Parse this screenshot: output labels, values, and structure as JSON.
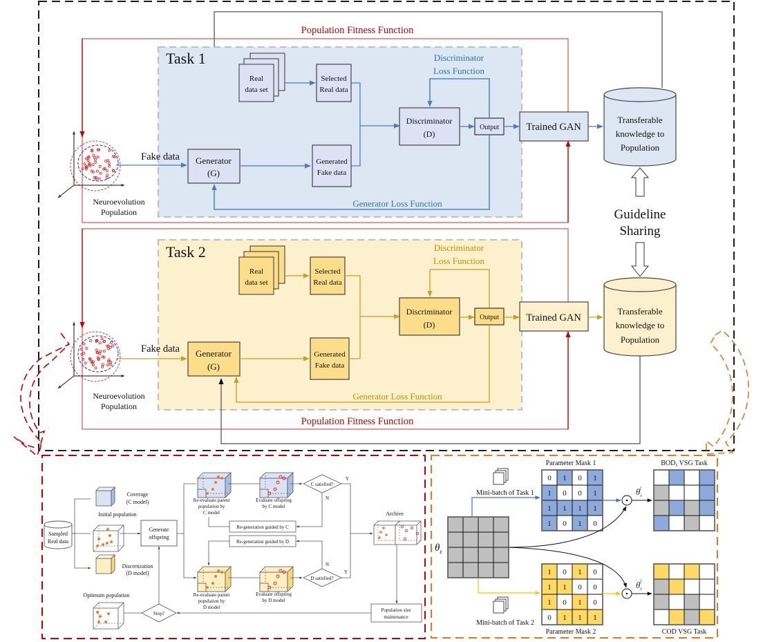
{
  "colors": {
    "outer_border": "#1a1a1a",
    "fitness_red": "#c00000",
    "fitness_line": "#d06060",
    "task1_bg": "#dce7f3",
    "task1_box": "#dbe2f3",
    "task1_line": "#4a7cc4",
    "task1_text": "#2e75b6",
    "task2_bg": "#fdf0cc",
    "task2_box": "#fbdd8a",
    "task2_line": "#c8a020",
    "task2_text": "#bf9000",
    "trained1_box": "#dce7f3",
    "trained2_box": "#fdf0cc",
    "left_panel_border": "#c00000",
    "right_panel_border": "#e07820",
    "mask_blue": "#8eaadb",
    "mask_yellow": "#ffd966",
    "gray_cell": "#bfbfbf",
    "orange_dot": "#ed7d31"
  },
  "tasks": [
    {
      "title": "Task 1",
      "fitness_label": "Population Fitness Function",
      "population_label": [
        "Neuroevolution",
        "Population"
      ],
      "fake_data_label": "Fake data",
      "generator": [
        "Generator",
        "(G)"
      ],
      "generated": [
        "Generated",
        "Fake data"
      ],
      "real_data_set": [
        "Real",
        "data set"
      ],
      "selected": [
        "Selected",
        "Real data"
      ],
      "discriminator": [
        "Discriminator",
        "(D)"
      ],
      "disc_loss": [
        "Discriminator",
        "Loss Function"
      ],
      "gen_loss": "Generator Loss Function",
      "output": "Output",
      "trained_gan": "Trained GAN",
      "knowledge": [
        "Transferable",
        "knowledge to",
        "Population"
      ]
    },
    {
      "title": "Task 2",
      "fitness_label": "Population Fitness Function",
      "population_label": [
        "Neuroevolution",
        "Population"
      ],
      "fake_data_label": "Fake data",
      "generator": [
        "Generator",
        "(G)"
      ],
      "generated": [
        "Generated",
        "Fake data"
      ],
      "real_data_set": [
        "Real",
        "data set"
      ],
      "selected": [
        "Selected",
        "Real data"
      ],
      "discriminator": [
        "Discriminator",
        "(D)"
      ],
      "disc_loss": [
        "Discriminator",
        "Loss Function"
      ],
      "gen_loss": "Generator Loss Function",
      "output": "Output",
      "trained_gan": "Trained GAN",
      "knowledge": [
        "Transferable",
        "knowledge to",
        "Population"
      ]
    }
  ],
  "guideline": [
    "Guideline",
    "Sharing"
  ],
  "left_panel": {
    "sampled": [
      "Sampled",
      "Real data"
    ],
    "coverage": [
      "Coverage",
      "(C model)"
    ],
    "initial_population": "Initial population",
    "discretization": [
      "Discretization",
      "(D model)"
    ],
    "generate_offspring": [
      "Generate",
      "offspring"
    ],
    "reeval_c": [
      "Re-evaluate parent",
      "population by",
      "C model"
    ],
    "reeval_d": [
      "Re-evaluate parent",
      "population by",
      "D model"
    ],
    "eval_c": [
      "Evaluate offspring",
      "by C model"
    ],
    "eval_d": [
      "Evaluate offspring",
      "by D model"
    ],
    "c_satisfied": "C satisfied?",
    "d_satisfied": "D satisfied?",
    "yes": "Y",
    "no": "N",
    "regen_c": "Re-generation guided by  C",
    "regen_d": "Re-generation guided by D",
    "archive": "Archive",
    "pop_size": [
      "Population size",
      "maintenance"
    ],
    "stop": "Stop?",
    "optimum": "Optimum population"
  },
  "right_panel": {
    "theta": "θ",
    "theta_sub": "ε",
    "minibatch1": "Mini-batch of Task 1",
    "minibatch2": "Mini-batch of Task 2",
    "mask1_title": "Parameter Mask 1",
    "mask2_title": "Parameter Mask 2",
    "mask1": [
      [
        0,
        1,
        0,
        1
      ],
      [
        1,
        0,
        0,
        1
      ],
      [
        1,
        1,
        1,
        1
      ],
      [
        1,
        0,
        1,
        0
      ]
    ],
    "mask2": [
      [
        1,
        0,
        1,
        0
      ],
      [
        1,
        1,
        0,
        0
      ],
      [
        1,
        0,
        1,
        0
      ],
      [
        0,
        1,
        1,
        1
      ]
    ],
    "task1_title": "BOD",
    "task1_title_sub": "5",
    "task1_title_rest": " VSG Task",
    "task2_title": "COD VSG Task",
    "result1_sup": "1",
    "result2_sup": "2",
    "result1": [
      [
        "w",
        "b",
        "w",
        "b"
      ],
      [
        "g",
        "w",
        "w",
        "b"
      ],
      [
        "g",
        "b",
        "g",
        "b"
      ],
      [
        "b",
        "w",
        "g",
        "w"
      ]
    ],
    "result2": [
      [
        "y",
        "w",
        "y",
        "w"
      ],
      [
        "g",
        "y",
        "w",
        "w"
      ],
      [
        "g",
        "w",
        "g",
        "w"
      ],
      [
        "w",
        "y",
        "g",
        "y"
      ]
    ],
    "odot": "⊙"
  }
}
